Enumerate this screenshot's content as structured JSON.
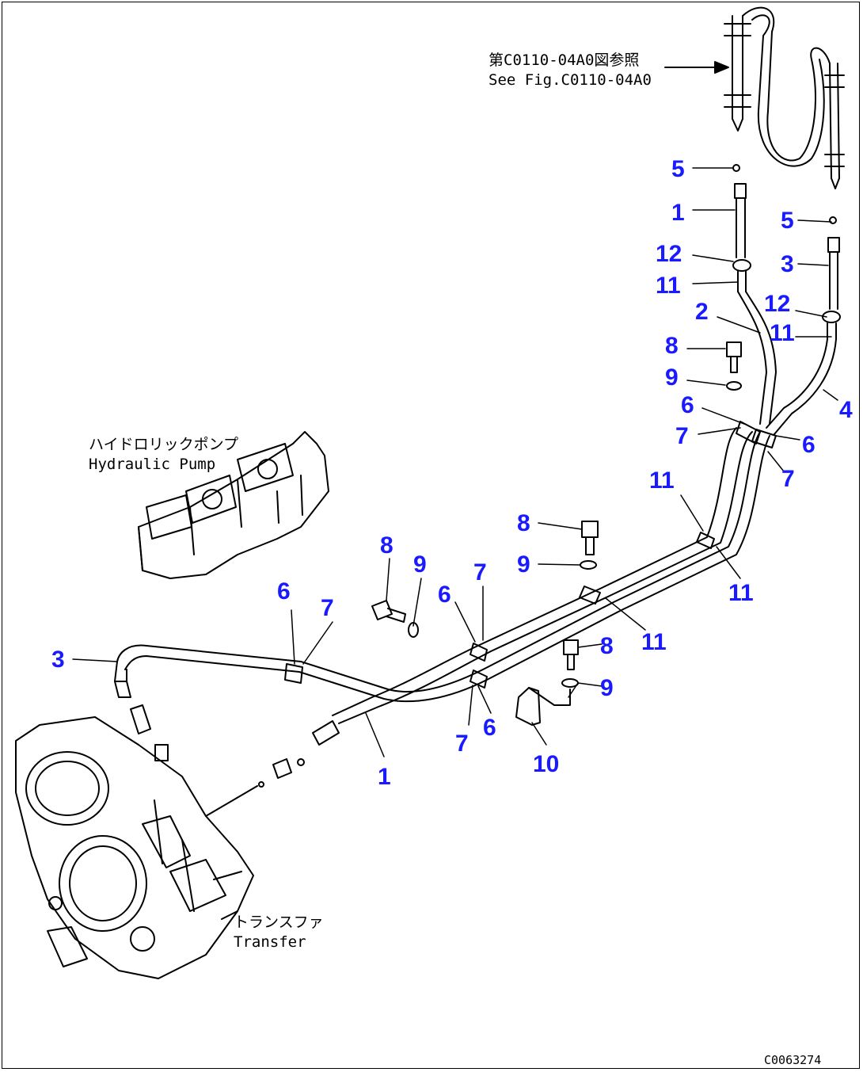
{
  "figure_code": "C0063274",
  "colors": {
    "callout": "#1a1aff",
    "line": "#000000",
    "background": "#ffffff"
  },
  "notes": {
    "ref_jp": "第C0110-04A0図参照",
    "ref_en": "See Fig.C0110-04A0",
    "pump_jp": "ハイドロリックポンプ",
    "pump_en": "Hydraulic Pump",
    "transfer_jp": "トランスファ",
    "transfer_en": "Transfer"
  },
  "callouts": [
    {
      "id": "c1",
      "label": "5"
    },
    {
      "id": "c2",
      "label": "1"
    },
    {
      "id": "c3",
      "label": "12"
    },
    {
      "id": "c4",
      "label": "11"
    },
    {
      "id": "c5",
      "label": "2"
    },
    {
      "id": "c6",
      "label": "8"
    },
    {
      "id": "c7",
      "label": "9"
    },
    {
      "id": "c8",
      "label": "6"
    },
    {
      "id": "c9",
      "label": "7"
    },
    {
      "id": "c10",
      "label": "5"
    },
    {
      "id": "c11",
      "label": "3"
    },
    {
      "id": "c12",
      "label": "12"
    },
    {
      "id": "c13",
      "label": "11"
    },
    {
      "id": "c14",
      "label": "4"
    },
    {
      "id": "c15",
      "label": "6"
    },
    {
      "id": "c16",
      "label": "7"
    },
    {
      "id": "c17",
      "label": "11"
    },
    {
      "id": "c18",
      "label": "11"
    },
    {
      "id": "c19",
      "label": "8"
    },
    {
      "id": "c20",
      "label": "9"
    },
    {
      "id": "c21",
      "label": "11"
    },
    {
      "id": "c22",
      "label": "8"
    },
    {
      "id": "c23",
      "label": "9"
    },
    {
      "id": "c24",
      "label": "6"
    },
    {
      "id": "c25",
      "label": "7"
    },
    {
      "id": "c26",
      "label": "6"
    },
    {
      "id": "c27",
      "label": "7"
    },
    {
      "id": "c28",
      "label": "3"
    },
    {
      "id": "c29",
      "label": "8"
    },
    {
      "id": "c30",
      "label": "9"
    },
    {
      "id": "c31",
      "label": "7"
    },
    {
      "id": "c32",
      "label": "6"
    },
    {
      "id": "c33",
      "label": "10"
    },
    {
      "id": "c34",
      "label": "1"
    }
  ]
}
